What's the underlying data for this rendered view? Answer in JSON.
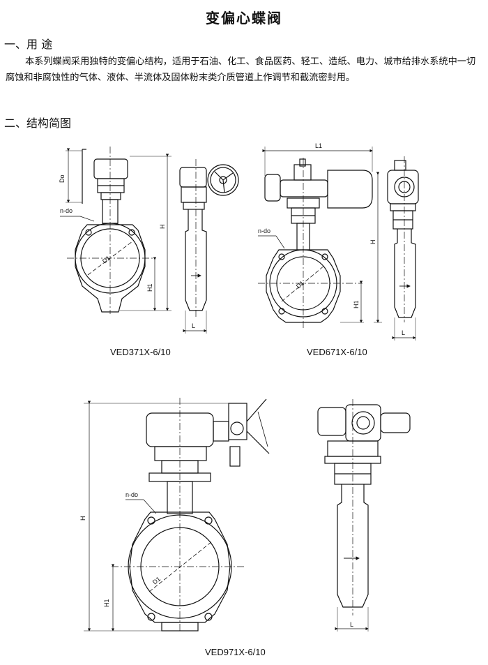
{
  "document": {
    "title": "变偏心蝶阀",
    "section1": {
      "heading": "一、用 途",
      "body": "本系列蝶阀采用独特的变偏心结构，适用于石油、化工、食品医药、轻工、造纸、电力、城市给排水系统中一切腐蚀和非腐蚀性的气体、液体、半流体及固体粉末类介质管道上作调节和截流密封用。"
    },
    "section2": {
      "heading": "二、结构简图"
    }
  },
  "figures": {
    "fig1": {
      "caption": "VED371X-6/10",
      "labels": {
        "do": "Do",
        "ndo": "n-do",
        "d1": "D1",
        "h": "H",
        "h1": "H1",
        "l": "L"
      }
    },
    "fig2": {
      "caption": "VED671X-6/10",
      "labels": {
        "l1": "L1",
        "ndo": "n-do",
        "d1": "D1",
        "h": "H",
        "h1": "H1",
        "l": "L"
      }
    },
    "fig3": {
      "caption": "VED971X-6/10",
      "labels": {
        "ndo": "n-do",
        "d1": "D1",
        "h": "H",
        "h1": "H1",
        "l": "L"
      }
    }
  }
}
